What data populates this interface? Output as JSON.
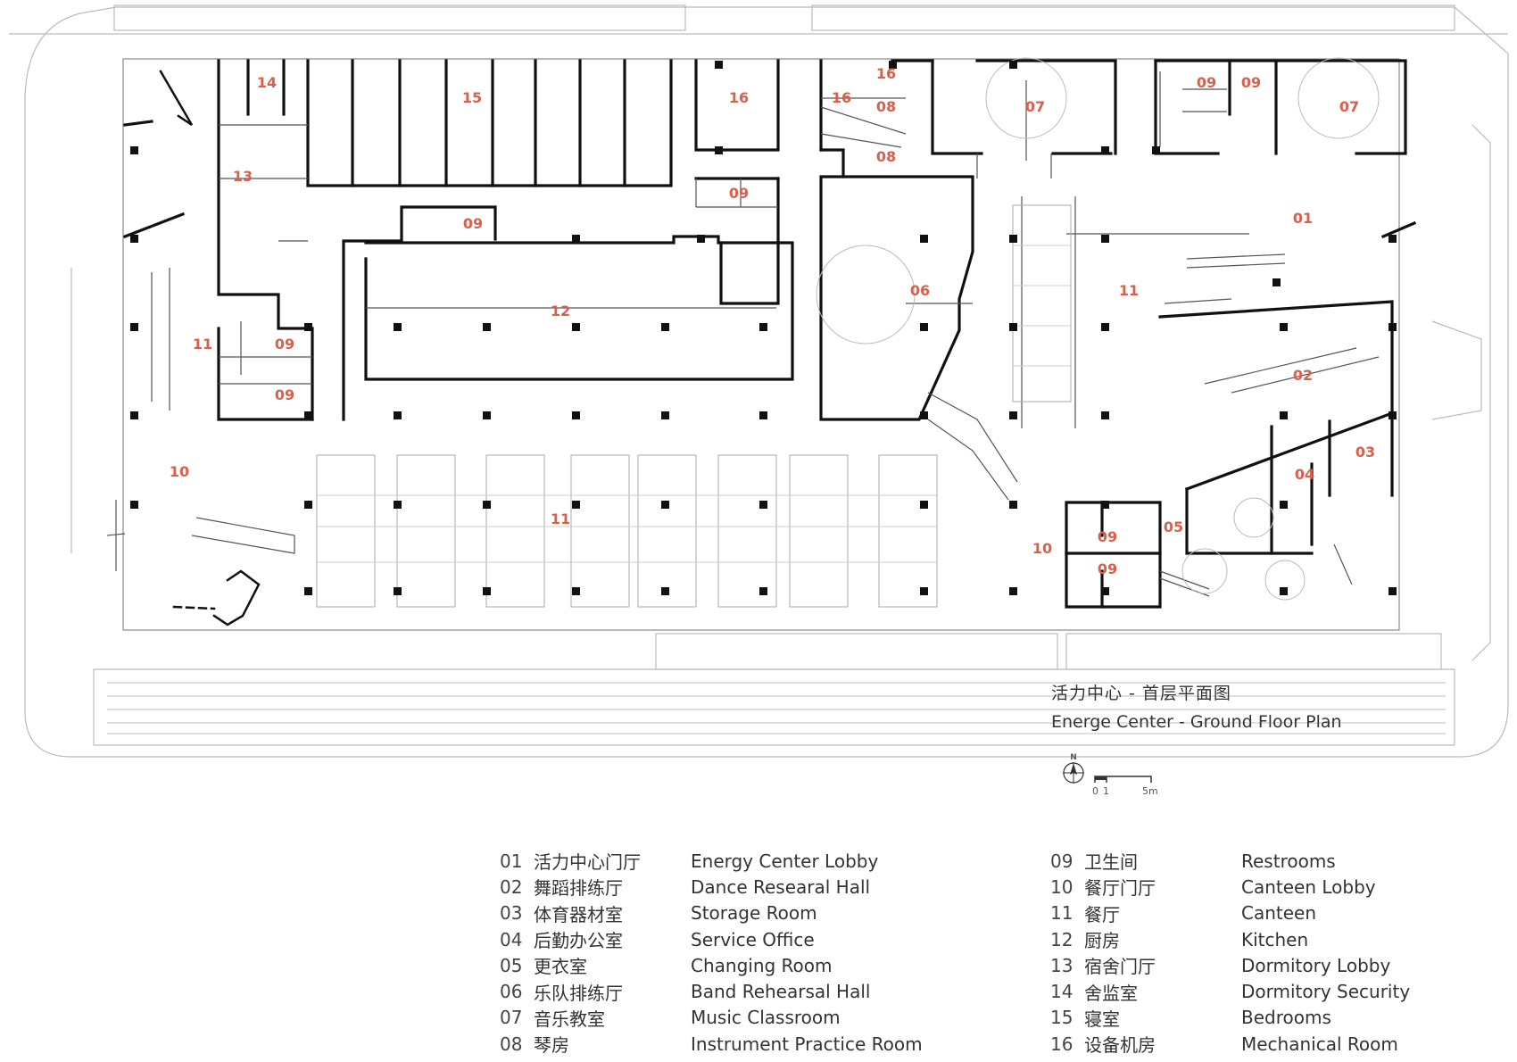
{
  "title": {
    "cn": "活力中心 - 首层平面图",
    "en": "Energe Center - Ground Floor Plan"
  },
  "compass": {
    "north_label": "N"
  },
  "scale_bar": {
    "labels": [
      "0",
      "1",
      "5m"
    ]
  },
  "room_labels": [
    {
      "id": "01",
      "text": "01"
    },
    {
      "id": "02",
      "text": "02"
    },
    {
      "id": "03",
      "text": "03"
    },
    {
      "id": "04",
      "text": "04"
    },
    {
      "id": "05",
      "text": "05"
    },
    {
      "id": "06",
      "text": "06"
    },
    {
      "id": "07a",
      "text": "07"
    },
    {
      "id": "07b",
      "text": "07"
    },
    {
      "id": "08a",
      "text": "08"
    },
    {
      "id": "08b",
      "text": "08"
    },
    {
      "id": "09a",
      "text": "09"
    },
    {
      "id": "09b",
      "text": "09"
    },
    {
      "id": "09c",
      "text": "09"
    },
    {
      "id": "09d",
      "text": "09"
    },
    {
      "id": "09e",
      "text": "09"
    },
    {
      "id": "09f",
      "text": "09"
    },
    {
      "id": "09g",
      "text": "09"
    },
    {
      "id": "09h",
      "text": "09"
    },
    {
      "id": "10a",
      "text": "10"
    },
    {
      "id": "10b",
      "text": "10"
    },
    {
      "id": "11a",
      "text": "11"
    },
    {
      "id": "11b",
      "text": "11"
    },
    {
      "id": "11c",
      "text": "11"
    },
    {
      "id": "12",
      "text": "12"
    },
    {
      "id": "13",
      "text": "13"
    },
    {
      "id": "14",
      "text": "14"
    },
    {
      "id": "15",
      "text": "15"
    },
    {
      "id": "16a",
      "text": "16"
    },
    {
      "id": "16b",
      "text": "16"
    },
    {
      "id": "16c",
      "text": "16"
    }
  ],
  "legend_left": [
    {
      "num": "01",
      "cn": "活力中心门厅",
      "en": "Energy Center Lobby"
    },
    {
      "num": "02",
      "cn": "舞蹈排练厅",
      "en": "Dance Researal Hall"
    },
    {
      "num": "03",
      "cn": "体育器材室",
      "en": "Storage Room"
    },
    {
      "num": "04",
      "cn": "后勤办公室",
      "en": "Service Office"
    },
    {
      "num": "05",
      "cn": "更衣室",
      "en": "Changing Room"
    },
    {
      "num": "06",
      "cn": "乐队排练厅",
      "en": "Band Rehearsal Hall"
    },
    {
      "num": "07",
      "cn": "音乐教室",
      "en": "Music Classroom"
    },
    {
      "num": "08",
      "cn": "琴房",
      "en": "Instrument Practice Room"
    }
  ],
  "legend_right": [
    {
      "num": "09",
      "cn": "卫生间",
      "en": "Restrooms"
    },
    {
      "num": "10",
      "cn": "餐厅门厅",
      "en": "Canteen Lobby"
    },
    {
      "num": "11",
      "cn": "餐厅",
      "en": "Canteen"
    },
    {
      "num": "12",
      "cn": "厨房",
      "en": "Kitchen"
    },
    {
      "num": "13",
      "cn": "宿舍门厅",
      "en": "Dormitory Lobby"
    },
    {
      "num": "14",
      "cn": "舍监室",
      "en": "Dormitory Security"
    },
    {
      "num": "15",
      "cn": "寝室",
      "en": "Bedrooms"
    },
    {
      "num": "16",
      "cn": "设备机房",
      "en": "Mechanical Room"
    }
  ]
}
